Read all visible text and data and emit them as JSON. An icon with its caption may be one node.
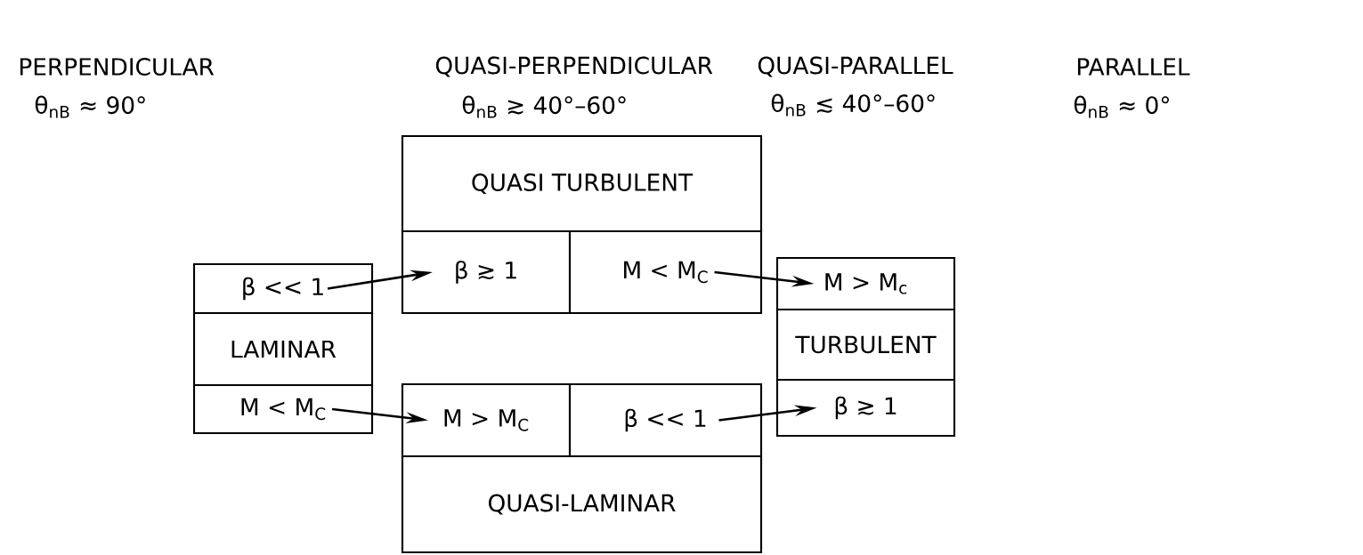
{
  "diagram": {
    "nodes": [
      {
        "text": [
          "β << 1"
        ]
      },
      {
        "text": [
          "LAMINAR"
        ]
      },
      {
        "text": [
          "M < M$_{C}$"
        ]
      },
      {
        "text": [
          "QUASI TURBULENT"
        ]
      },
      {
        "text": [
          "β ≳ 1"
        ]
      },
      {
        "text": [
          "M < M$_{C}$"
        ]
      },
      {
        "text": [
          "M > M$_{C}$"
        ]
      },
      {
        "text": [
          "β << 1"
        ]
      },
      {
        "text": [
          "QUASI-LAMINAR"
        ]
      },
      {
        "text": [
          "M > M$_{c}$"
        ]
      },
      {
        "text": [
          "TURBULENT"
        ]
      },
      {
        "text": [
          "β ≳ 1"
        ]
      }
    ],
    "edges": [
      {
        "from": 0,
        "to": 4,
        "arrow": "to"
      },
      {
        "from": 5,
        "to": 9,
        "arrow": "to"
      },
      {
        "from": 2,
        "to": 6,
        "arrow": "to"
      },
      {
        "from": 7,
        "to": 11,
        "arrow": "to"
      }
    ],
    "labels": [
      "PERPENDICULAR",
      "QUASI-PERPENDICULAR",
      "QUASI-PARALLEL",
      "PARALLEL",
      "θ$_{nB}$ ≈ 90°",
      "θ$_{nB}$ ≳ 40°–60°",
      "θ$_{nB}$ ≲ 40°–60°",
      "θ$_{nB}$ ≈ 0°"
    ]
  }
}
